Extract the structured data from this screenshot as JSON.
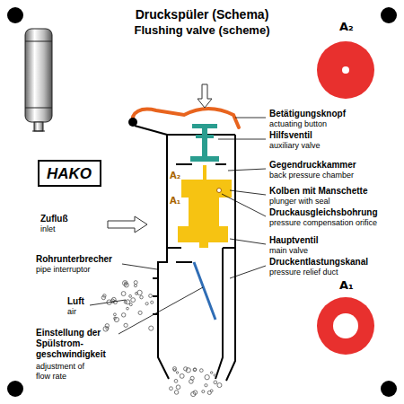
{
  "diagram": {
    "title": "Druckspüler (Schema)",
    "nodes": [
      {
        "text": [
          "HAKO"
        ]
      }
    ],
    "labels": [
      "A₂",
      "Betätigungsknopf",
      "actuating button",
      "Hilfsventil",
      "auxiliary valve",
      "Gegendruckkammer",
      "back pressure chamber",
      "A₂",
      "Kolben mit Manschette",
      "plunger with seal",
      "A₁",
      "Druckausgleichsbohrung",
      "pressure compensation orifice",
      "Zufluß",
      "inlet",
      "Hauptventil",
      "main valve",
      "Druckentlastungskanal",
      "pressure relief duct",
      "Rohrunterbrecher",
      "pipe interruptor",
      "Luft",
      "air",
      "Einstellung der Spülstrom- geschwindigkeit",
      "adjustment of flow rate",
      "A₁",
      "Flushing valve (scheme)"
    ]
  }
}
